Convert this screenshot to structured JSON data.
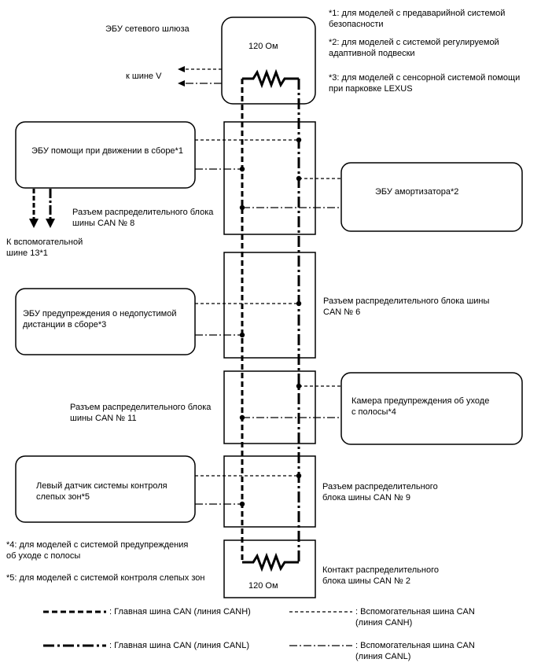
{
  "labels": {
    "gateway_ecu": "ЭБУ сетевого шлюза",
    "to_bus_v": "к шине V",
    "resistor_top": "120 Ом",
    "resistor_bottom": "120 Ом",
    "note1": "*1: для моделей с предаварийной системой\nбезопасности",
    "note2": "*2: для моделей с системой регулируемой\nадаптивной подвески",
    "note3": "*3: для моделей с сенсорной системой помощи\nпри парковке LEXUS",
    "driving_assist_ecu": "ЭБУ помощи при движении в сборе*1",
    "to_aux_bus": "К вспомогательной\nшине 13*1",
    "junction8": "Разъем распределительного блока\nшины CAN № 8",
    "shock_ecu": "ЭБУ амортизатора*2",
    "clearance_ecu": "ЭБУ предупреждения о недопустимой\nдистанции в сборе*3",
    "junction6": "Разъем распределительного блока шины\nCAN № 6",
    "junction11": "Разъем распределительного блока\nшины CAN № 11",
    "lane_camera": "Камера предупреждения об уходе\nс полосы*4",
    "blind_spot_sensor": "Левый датчик системы контроля\nслепых зон*5",
    "junction9": "Разъем распределительного\nблока шины CAN № 9",
    "note4": "*4: для моделей с системой предупреждения\nоб уходе с полосы",
    "note5": "*5: для моделей с системой контроля слепых зон",
    "junction2": "Контакт распределительного\nблока шины CAN № 2"
  },
  "legend": {
    "main_canh": ": Главная шина CAN (линия CANH)",
    "main_canl": ": Главная шина CAN (линия CANL)",
    "aux_canh": ": Вспомогательная шина CAN\n(линия CANH)",
    "aux_canl": ": Вспомогательная шина CAN\n(линия CANL)"
  }
}
